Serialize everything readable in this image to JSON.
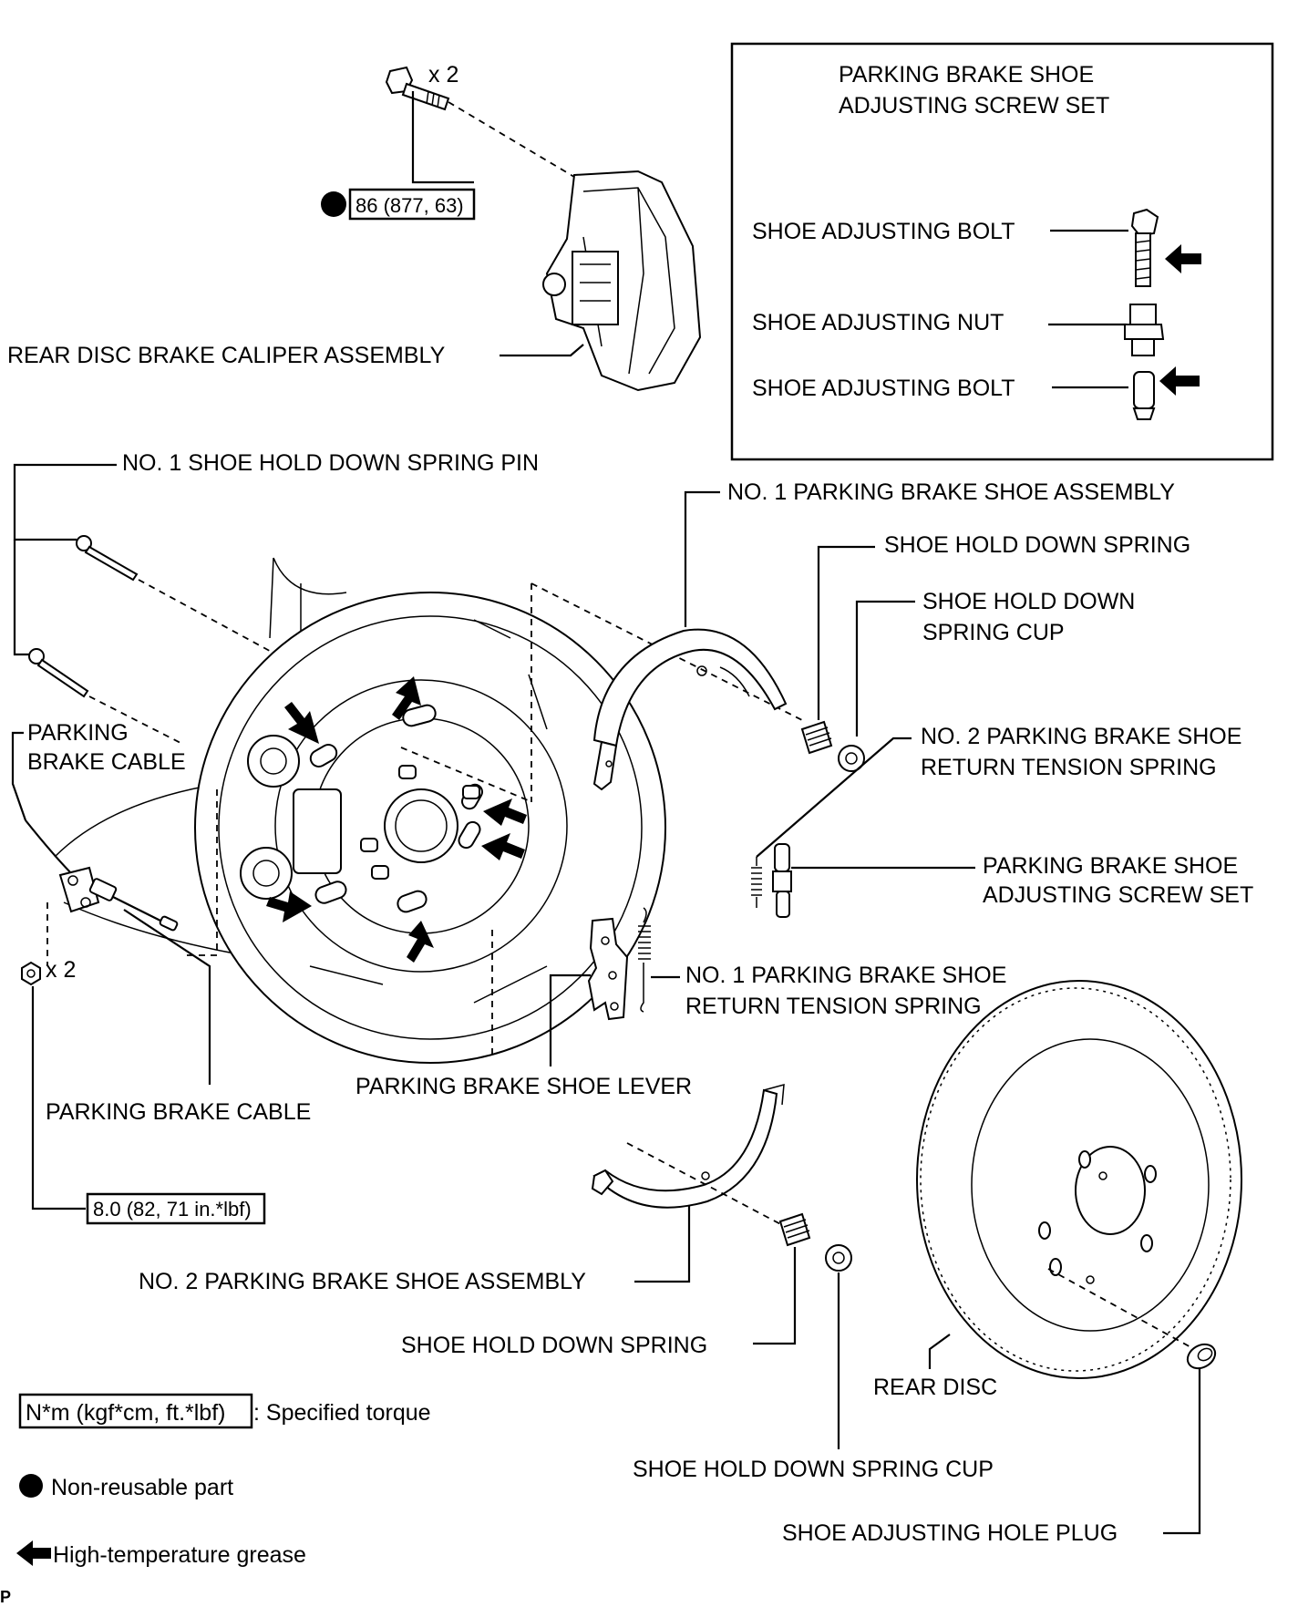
{
  "labels": {
    "caliper_qty": "x 2",
    "caliper_torque": "86 (877, 63)",
    "caliper": "REAR DISC BRAKE CALIPER ASSEMBLY",
    "inset_title_1": "PARKING BRAKE SHOE",
    "inset_title_2": "ADJUSTING SCREW SET",
    "inset_bolt_top": "SHOE ADJUSTING BOLT",
    "inset_nut": "SHOE ADJUSTING NUT",
    "inset_bolt_bottom": "SHOE ADJUSTING BOLT",
    "spring_pin": "NO. 1 SHOE HOLD DOWN SPRING PIN",
    "cable_upper_1": "PARKING",
    "cable_upper_2": "BRAKE CABLE",
    "shoe_no1": "NO. 1 PARKING BRAKE SHOE ASSEMBLY",
    "hold_spring_upper": "SHOE HOLD DOWN SPRING",
    "hold_cup_upper_1": "SHOE HOLD DOWN",
    "hold_cup_upper_2": "SPRING CUP",
    "return_spring_no2_1": "NO. 2 PARKING BRAKE SHOE",
    "return_spring_no2_2": "RETURN TENSION SPRING",
    "screw_set_1": "PARKING BRAKE SHOE",
    "screw_set_2": "ADJUSTING SCREW SET",
    "return_spring_no1_1": "NO. 1 PARKING BRAKE SHOE",
    "return_spring_no1_2": "RETURN TENSION SPRING",
    "nut_qty": "x 2",
    "shoe_lever": "PARKING BRAKE SHOE LEVER",
    "cable_lower": "PARKING BRAKE CABLE",
    "nut_torque": "8.0 (82, 71 in.*lbf)",
    "shoe_no2": "NO. 2 PARKING BRAKE SHOE ASSEMBLY",
    "hold_spring_lower": "SHOE HOLD DOWN SPRING",
    "rear_disc": "REAR DISC",
    "hold_cup_lower": "SHOE HOLD DOWN SPRING CUP",
    "hole_plug": "SHOE ADJUSTING HOLE PLUG",
    "footer_mark": "P"
  },
  "legend": {
    "torque_unit": "N*m (kgf*cm, ft.*lbf)",
    "torque_desc": ": Specified torque",
    "nonreusable": "Non-reusable part",
    "grease": "High-temperature grease"
  }
}
